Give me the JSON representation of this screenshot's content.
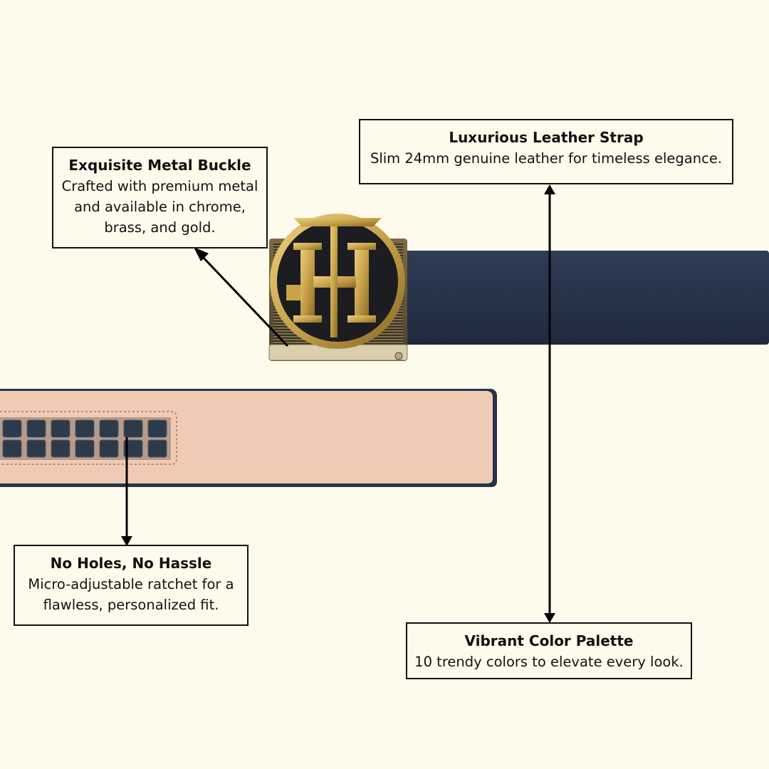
{
  "callouts": {
    "buckle": {
      "title": "Exquisite Metal Buckle",
      "lines": [
        "Crafted with premium metal",
        "and available in chrome,",
        "brass, and gold."
      ]
    },
    "strap": {
      "title": "Luxurious Leather Strap",
      "lines": [
        "Slim 24mm genuine leather for timeless elegance."
      ]
    },
    "ratchet": {
      "title": "No Holes, No Hassle",
      "lines": [
        "Micro-adjustable ratchet for a",
        "flawless, personalized fit."
      ]
    },
    "colors": {
      "title": "Vibrant Color Palette",
      "lines": [
        "10 trendy colors to elevate every look."
      ]
    }
  },
  "colors": {
    "background": "#fffbec",
    "strap": "#273349",
    "leather_back": "#efcbb4",
    "buckle_gold": "#c9a24a",
    "ratchet_teeth": "#2c3a4a"
  },
  "buckle_monogram": "H"
}
